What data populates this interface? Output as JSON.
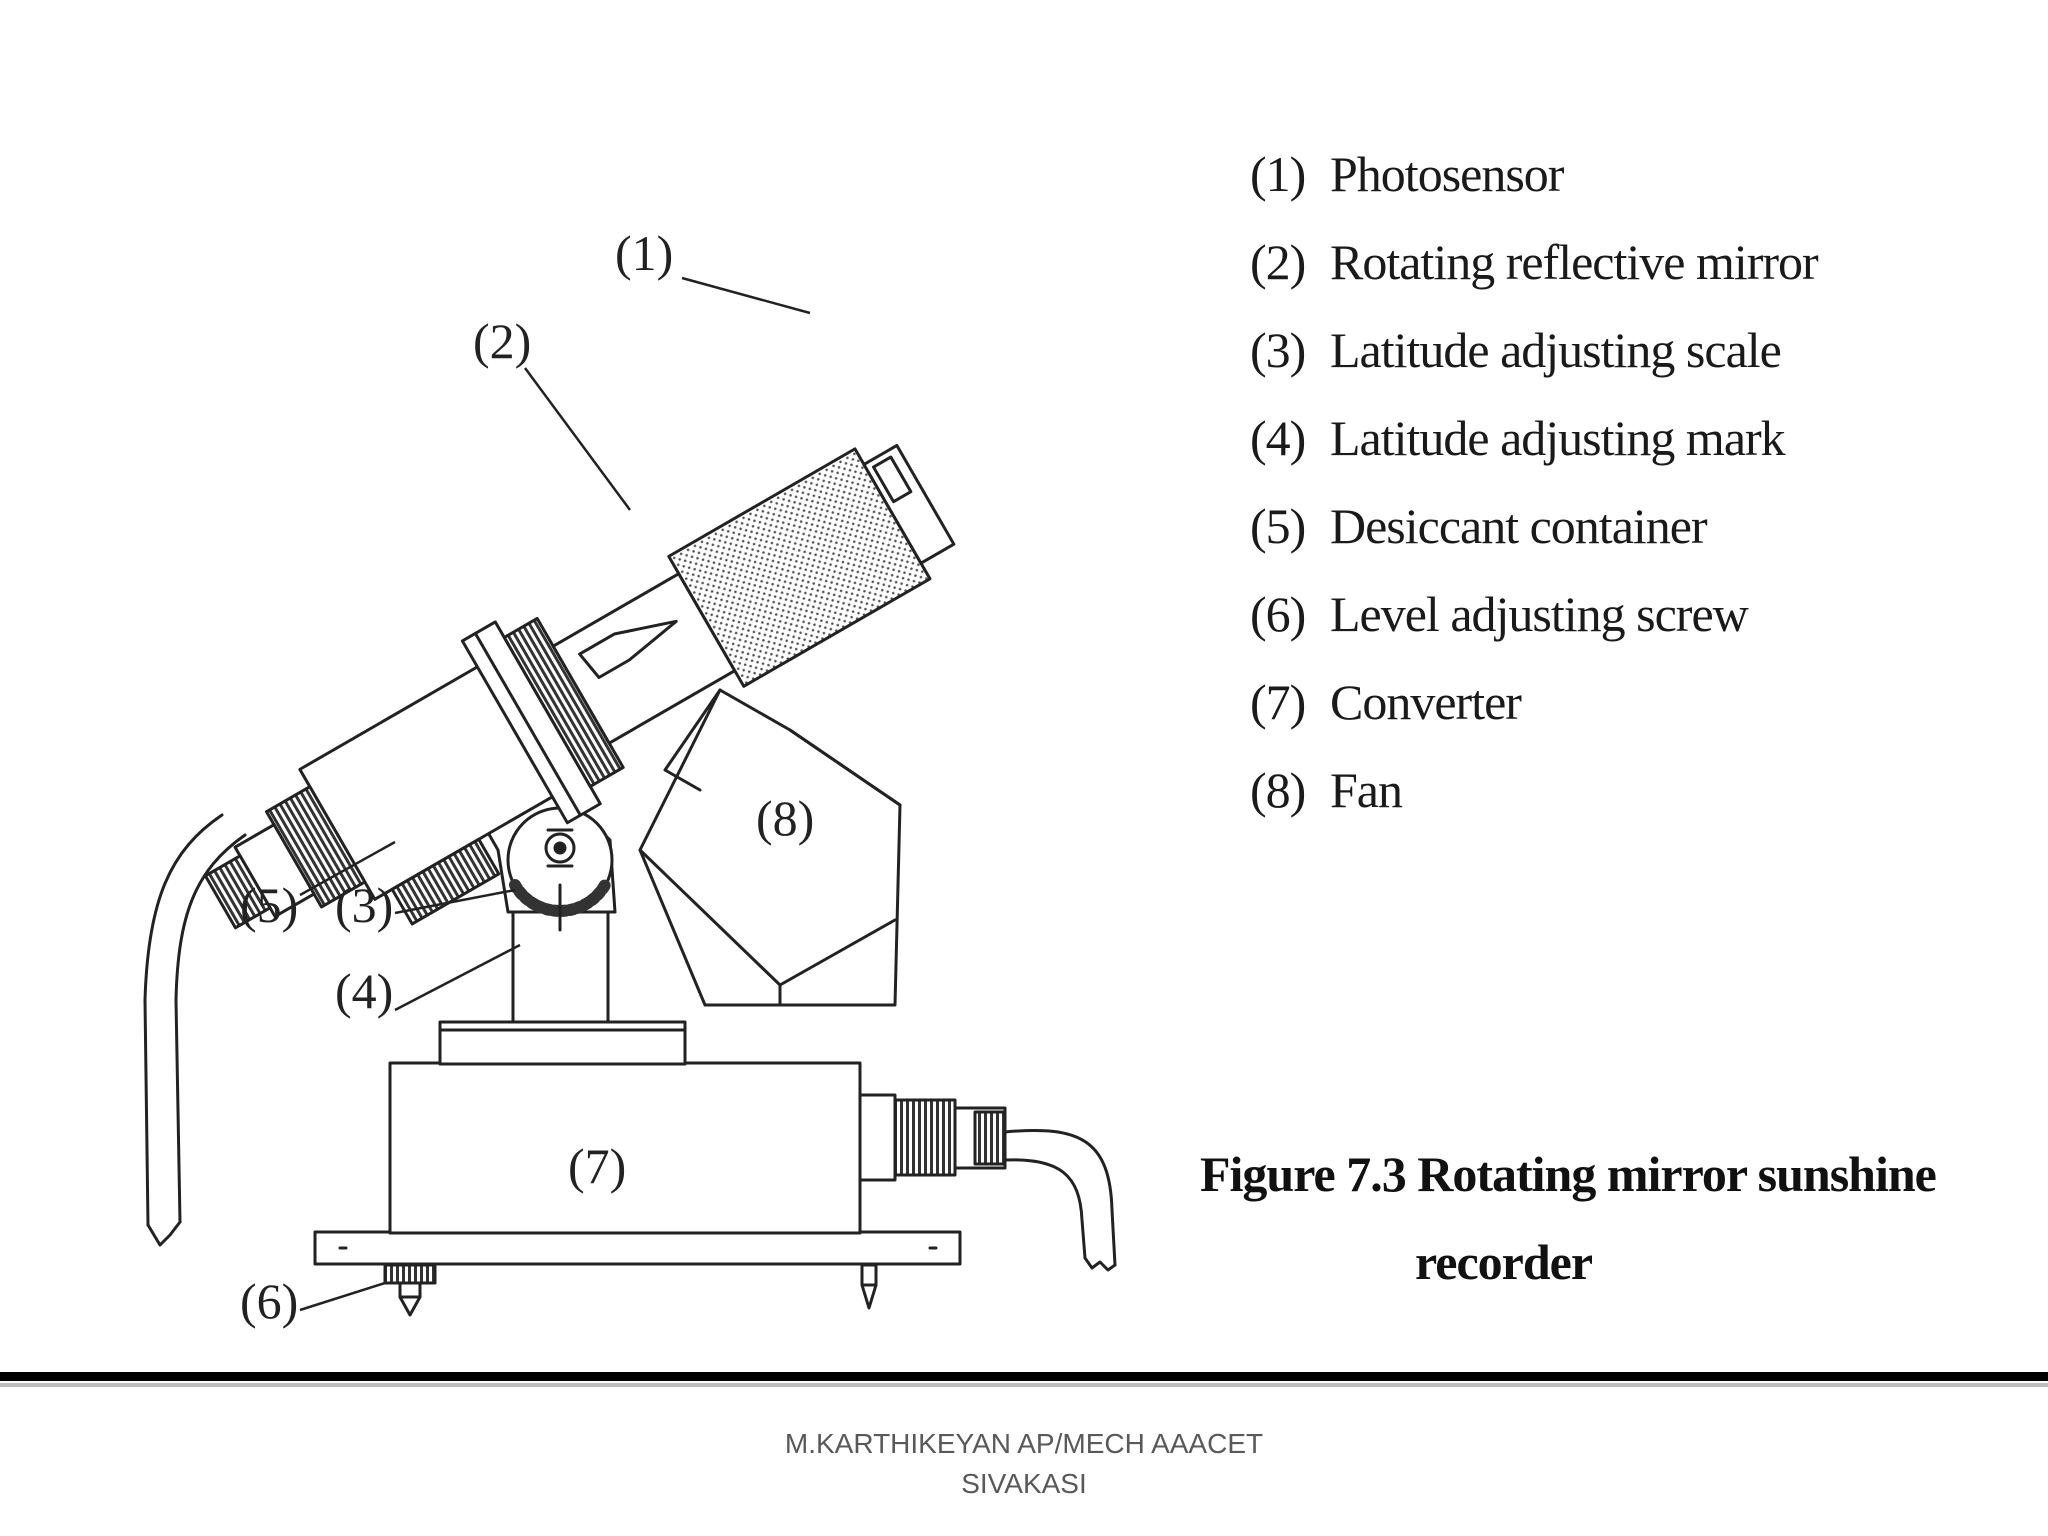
{
  "callouts": {
    "c1": "(1)",
    "c2": "(2)",
    "c3": "(3)",
    "c4": "(4)",
    "c5": "(5)",
    "c6": "(6)",
    "c7": "(7)",
    "c8": "(8)"
  },
  "legend": [
    {
      "num": "(1)",
      "label": "Photosensor"
    },
    {
      "num": "(2)",
      "label": "Rotating reflective mirror"
    },
    {
      "num": "(3)",
      "label": "Latitude adjusting scale"
    },
    {
      "num": "(4)",
      "label": "Latitude adjusting mark"
    },
    {
      "num": "(5)",
      "label": "Desiccant container"
    },
    {
      "num": "(6)",
      "label": "Level adjusting screw"
    },
    {
      "num": "(7)",
      "label": "Converter"
    },
    {
      "num": "(8)",
      "label": "Fan"
    }
  ],
  "caption": {
    "line1": "Figure 7.3 Rotating mirror sunshine",
    "line2": "recorder"
  },
  "footer": {
    "line1": "M.KARTHIKEYAN AP/MECH AAACET",
    "line2": "SIVAKASI"
  }
}
